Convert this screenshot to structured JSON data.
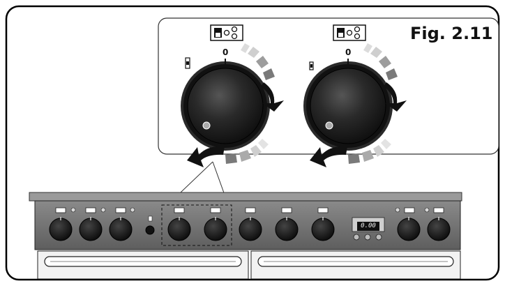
{
  "figure": {
    "label": "Fig. 2.11",
    "dial_zero_label": "0",
    "timer_display": "0.00"
  },
  "colors": {
    "frame": "#000000",
    "panel": "#6f6f6f",
    "panel_dark": "#4a4a4a",
    "knob": "#1a1a1a",
    "zone_dark": "#777777",
    "zone_mid": "#a9a9a9",
    "zone_light": "#dcdcdc"
  },
  "icons": {
    "zone_selector": "hob-zone-selector-icon",
    "rotation_arrow": "rotation-arrow-icon",
    "oven_light": "oven-light-icon"
  }
}
